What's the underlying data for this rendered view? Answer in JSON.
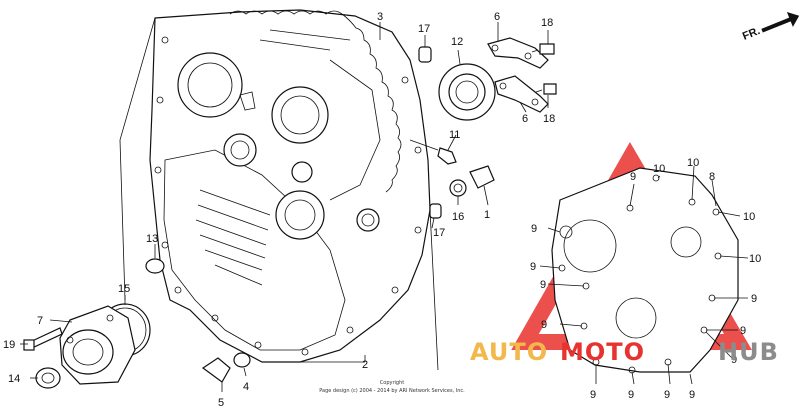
{
  "direction_label": "FR.",
  "callouts": {
    "c1": "1",
    "c2": "2",
    "c3": "3",
    "c4": "4",
    "c5": "5",
    "c6a": "6",
    "c6b": "6",
    "c7": "7",
    "c8": "8",
    "c9": "9",
    "c10": "10",
    "c11": "11",
    "c12": "12",
    "c13": "13",
    "c14": "14",
    "c15": "15",
    "c16": "16",
    "c17a": "17",
    "c17b": "17",
    "c18a": "18",
    "c18b": "18",
    "c19": "19"
  },
  "copyright": {
    "line1": "Copyright",
    "line2": "Page design (c) 2004 - 2014 by ARI Network Services, Inc."
  },
  "watermark": {
    "word_a": "AUTO",
    "word_b": "MOTO",
    "word_c": "HUB",
    "color_red": "#e8322f",
    "color_gold": "#f2b84b",
    "color_grey": "#8c8c8c"
  }
}
